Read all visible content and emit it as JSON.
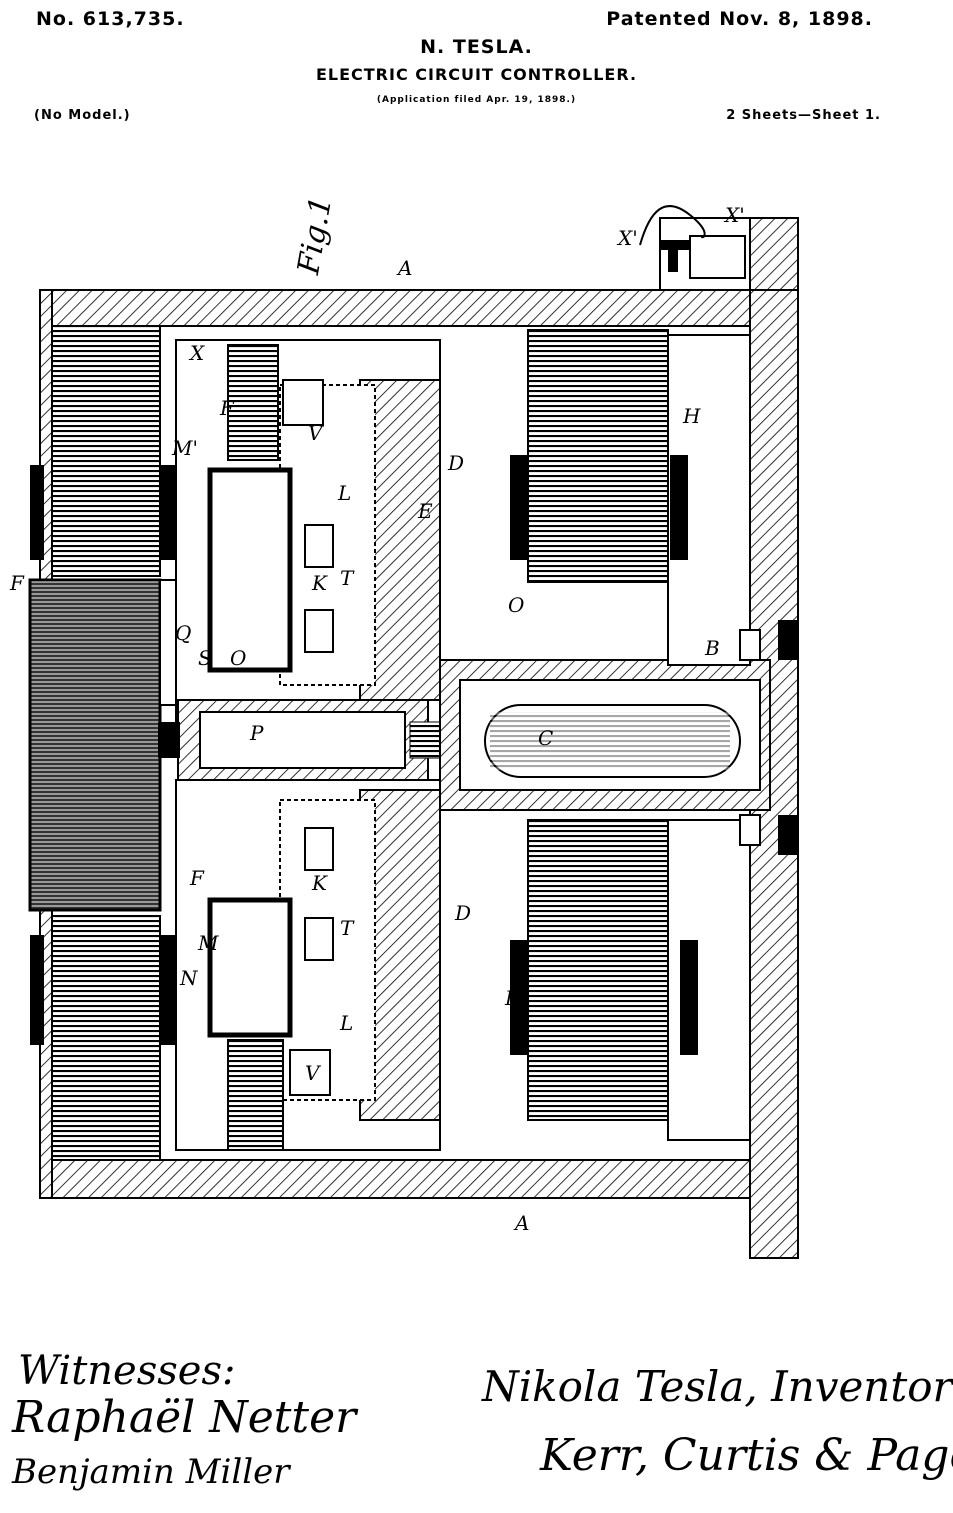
{
  "header": {
    "patent_number": "No. 613,735.",
    "patent_date": "Patented Nov. 8, 1898.",
    "inventor": "N. TESLA.",
    "title": "ELECTRIC CIRCUIT CONTROLLER.",
    "application": "(Application filed Apr. 19, 1898.)",
    "model": "(No Model.)",
    "sheets": "2 Sheets—Sheet 1."
  },
  "figure": {
    "label": "Fig.1",
    "letters": {
      "A_top": "A",
      "A_bottom": "A",
      "X": "X",
      "X1": "X'",
      "X2": "X'",
      "M1": "M'",
      "M": "M",
      "N": "N",
      "F1": "F",
      "F_left": "F",
      "F2": "F",
      "V1": "V",
      "V2": "V",
      "H1": "H",
      "H2": "H",
      "D1": "D",
      "D2": "D",
      "L1": "L",
      "L2": "L",
      "K1": "K",
      "K2": "K",
      "T1": "T",
      "T2": "T",
      "Q": "Q",
      "S": "S",
      "O1": "O",
      "O2": "O",
      "P": "P",
      "B": "B",
      "C": "C",
      "E": "E"
    }
  },
  "signatures": {
    "witnesses_label": "Witnesses:",
    "witness_1": "Raphaël Netter",
    "witness_2": "Benjamin Miller",
    "inventor_line": "Nikola Tesla, Inventor",
    "attorneys": "Kerr, Curtis & Page"
  }
}
